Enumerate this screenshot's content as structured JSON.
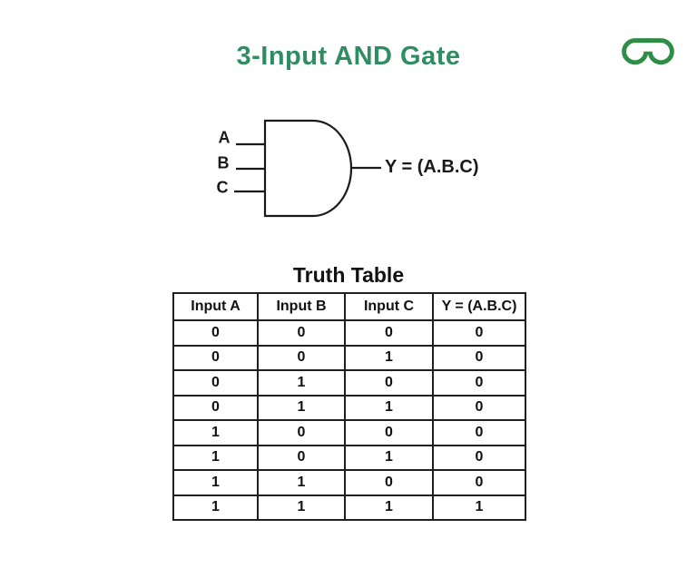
{
  "page": {
    "title": "3-Input AND Gate"
  },
  "colors": {
    "heading_green": "#2f8d62",
    "logo_green": "#2f8d46",
    "ink": "#1a1a1a"
  },
  "logo": {
    "icon": "geeksforgeeks-logo"
  },
  "gate": {
    "type": "AND",
    "inputs": [
      "A",
      "B",
      "C"
    ],
    "output_label": "Y = (A.B.C)"
  },
  "truth_table": {
    "title": "Truth Table",
    "headers": [
      "Input A",
      "Input B",
      "Input C",
      "Y = (A.B.C)"
    ],
    "rows": [
      [
        "0",
        "0",
        "0",
        "0"
      ],
      [
        "0",
        "0",
        "1",
        "0"
      ],
      [
        "0",
        "1",
        "0",
        "0"
      ],
      [
        "0",
        "1",
        "1",
        "0"
      ],
      [
        "1",
        "0",
        "0",
        "0"
      ],
      [
        "1",
        "0",
        "1",
        "0"
      ],
      [
        "1",
        "1",
        "0",
        "0"
      ],
      [
        "1",
        "1",
        "1",
        "1"
      ]
    ]
  }
}
